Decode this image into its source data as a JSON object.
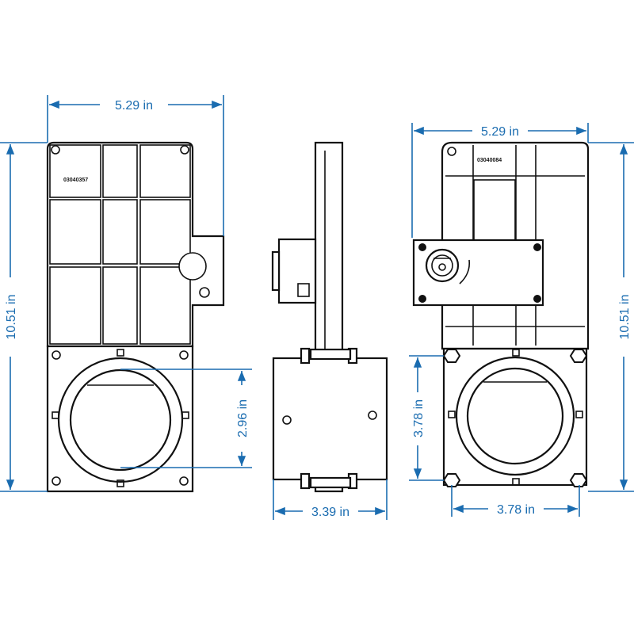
{
  "dimensions": {
    "front_width": "5.29 in",
    "front_height": "10.51 in",
    "port_diameter": "2.96 in",
    "side_depth": "3.39 in",
    "rear_width": "5.29 in",
    "rear_height": "10.51 in",
    "flange_height": "3.78 in",
    "flange_width": "3.78 in"
  },
  "part_numbers": {
    "front": "03040357",
    "rear": "03040084"
  },
  "colors": {
    "dimension": "#1a6cb0",
    "outline": "#111111"
  }
}
